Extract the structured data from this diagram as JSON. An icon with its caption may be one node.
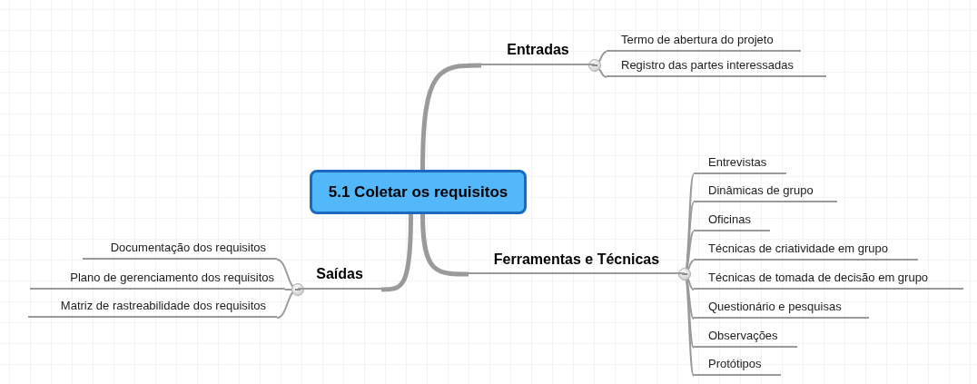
{
  "diagram": {
    "nodes": [
      {
        "text": [
          "5.1 Coletar os requisitos"
        ]
      },
      {
        "text": [
          "Entradas"
        ]
      },
      {
        "text": [
          "Termo de abertura do projeto"
        ]
      },
      {
        "text": [
          "Registro das partes interessadas"
        ]
      },
      {
        "text": [
          "Ferramentas e Técnicas"
        ]
      },
      {
        "text": [
          "Entrevistas"
        ]
      },
      {
        "text": [
          "Dinâmicas de grupo"
        ]
      },
      {
        "text": [
          "Oficinas"
        ]
      },
      {
        "text": [
          "Técnicas de criatividade em grupo"
        ]
      },
      {
        "text": [
          "Técnicas de tomada de decisão em grupo"
        ]
      },
      {
        "text": [
          "Questionário e pesquisas"
        ]
      },
      {
        "text": [
          "Observações"
        ]
      },
      {
        "text": [
          "Protótipos"
        ]
      },
      {
        "text": [
          "Saídas"
        ]
      },
      {
        "text": [
          "Documentação dos requisitos"
        ]
      },
      {
        "text": [
          "Plano de gerenciamento dos requisitos"
        ]
      },
      {
        "text": [
          "Matriz de rastreabilidade dos requisitos"
        ]
      }
    ],
    "edges": [
      {
        "from": 0,
        "to": 1,
        "arrow": "none",
        "style": "thick"
      },
      {
        "from": 1,
        "to": 2,
        "arrow": "none"
      },
      {
        "from": 1,
        "to": 3,
        "arrow": "none"
      },
      {
        "from": 0,
        "to": 4,
        "arrow": "none",
        "style": "thick"
      },
      {
        "from": 4,
        "to": 5,
        "arrow": "none"
      },
      {
        "from": 4,
        "to": 6,
        "arrow": "none"
      },
      {
        "from": 4,
        "to": 7,
        "arrow": "none"
      },
      {
        "from": 4,
        "to": 8,
        "arrow": "none"
      },
      {
        "from": 4,
        "to": 9,
        "arrow": "none"
      },
      {
        "from": 4,
        "to": 10,
        "arrow": "none"
      },
      {
        "from": 4,
        "to": 11,
        "arrow": "none"
      },
      {
        "from": 4,
        "to": 12,
        "arrow": "none"
      },
      {
        "from": 0,
        "to": 13,
        "arrow": "none",
        "style": "thick"
      },
      {
        "from": 13,
        "to": 14,
        "arrow": "none"
      },
      {
        "from": 13,
        "to": 15,
        "arrow": "none"
      },
      {
        "from": 13,
        "to": 16,
        "arrow": "none"
      }
    ]
  }
}
